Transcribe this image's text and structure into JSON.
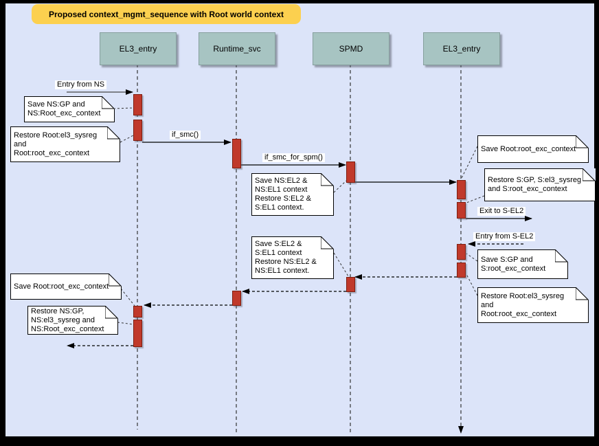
{
  "diagram": {
    "title": "Proposed context_mgmt_sequence with Root world context",
    "type": "uml-sequence-diagram"
  },
  "colors": {
    "background": "#dce4f9",
    "frame": "#000000",
    "title_fill": "#fcd04f",
    "participant_fill": "#a7c4c2",
    "activation_fill": "#c0392b",
    "activation_border": "#7e1e10",
    "note_fill": "#ffffff"
  },
  "participants": [
    {
      "name": "EL3_entry"
    },
    {
      "name": "Runtime_svc"
    },
    {
      "name": "SPMD"
    },
    {
      "name": "EL3_entry"
    }
  ],
  "messages": {
    "entry_from_ns": "Entry from NS",
    "if_smc": "if_smc()",
    "if_smc_for_spm": "if_smc_for_spm()",
    "exit_to_sel2": "Exit to S-EL2",
    "entry_from_sel2": "Entry from S-EL2"
  },
  "notes": {
    "save_ns_gp": "Save NS:GP and\nNS:Root_exc_context",
    "restore_root_left": "Restore Root:el3_sysreg\nand\nRoot:root_exc_context",
    "save_ns_el2": "Save NS:EL2 &\nNS:EL1 context\nRestore S:EL2 &\nS:EL1 context.",
    "save_root_right": "Save Root:root_exc_context",
    "restore_s_gp": "Restore S:GP, S:el3_sysreg\nand S:root_exc_context",
    "save_s_gp": "Save S:GP and\nS:root_exc_context",
    "restore_root_right": "Restore Root:el3_sysreg\nand\nRoot:root_exc_context",
    "save_s_el2": "Save S:EL2 &\nS:EL1 context\nRestore NS:EL2 &\nNS:EL1 context.",
    "save_root_left": "Save Root:root_exc_context",
    "restore_ns_gp": "Restore NS:GP,\nNS:el3_sysreg and\nNS:Root_exc_context"
  }
}
